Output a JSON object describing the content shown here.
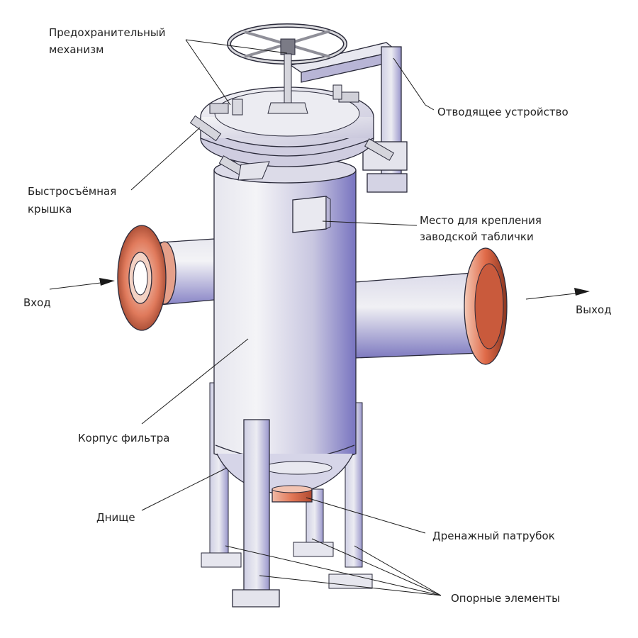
{
  "labels": {
    "safety_mechanism_l1": "Предохранительный",
    "safety_mechanism_l2": "механизм",
    "discharge_device": "Отводящее устройство",
    "quick_lid_l1": "Быстросъёмная",
    "quick_lid_l2": "крышка",
    "nameplate_l1": "Место для крепления",
    "nameplate_l2": "заводской таблички",
    "inlet": "Вход",
    "outlet": "Выход",
    "filter_body": "Корпус фильтра",
    "bottom": "Днище",
    "drain_pipe": "Дренажный патрубок",
    "supports": "Опорные элементы"
  },
  "colors": {
    "body_light": "#f2f2f5",
    "body_mid": "#c9c8e0",
    "body_dark": "#7b77c2",
    "flange_light": "#f0c0b0",
    "flange_mid": "#d9684a",
    "flange_dark": "#7a2f1e",
    "metal": "#d8d8dc"
  }
}
